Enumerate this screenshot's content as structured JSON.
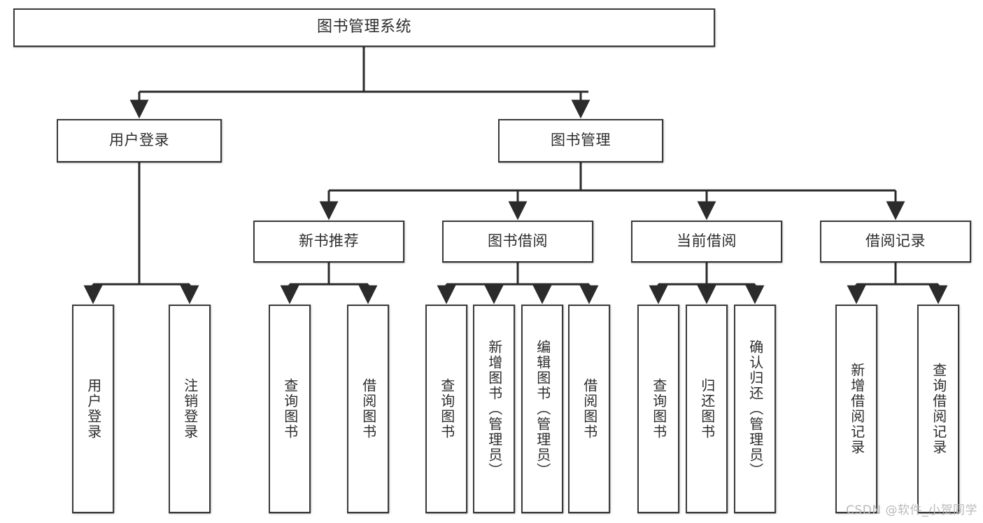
{
  "diagram": {
    "type": "tree",
    "title": "图书管理系统",
    "root": {
      "label": "图书管理系统"
    },
    "level2": [
      {
        "label": "用户登录"
      },
      {
        "label": "图书管理"
      }
    ],
    "level3": [
      {
        "label": "新书推荐"
      },
      {
        "label": "图书借阅"
      },
      {
        "label": "当前借阅"
      },
      {
        "label": "借阅记录"
      }
    ],
    "leaves": {
      "user_login": [
        {
          "label": "用户登录"
        },
        {
          "label": "注销登录"
        }
      ],
      "new_book_recommend": [
        {
          "label": "查询图书"
        },
        {
          "label": "借阅图书"
        }
      ],
      "book_borrow": [
        {
          "label": "查询图书"
        },
        {
          "label": "新增图书（管理员）"
        },
        {
          "label": "编辑图书（管理员）"
        },
        {
          "label": "借阅图书"
        }
      ],
      "current_borrow": [
        {
          "label": "查询图书"
        },
        {
          "label": "归还图书"
        },
        {
          "label": "确认归还（管理员）"
        }
      ],
      "borrow_record": [
        {
          "label": "新增借阅记录"
        },
        {
          "label": "查询借阅记录"
        }
      ]
    }
  },
  "watermark": {
    "text": "CSDN @软件_小贺同学"
  },
  "colors": {
    "box_border": "#3a3a3a",
    "box_fill": "#ffffff",
    "text": "#2d2d2d",
    "connector": "#2b2b2b",
    "watermark": "#b9b9b9"
  }
}
